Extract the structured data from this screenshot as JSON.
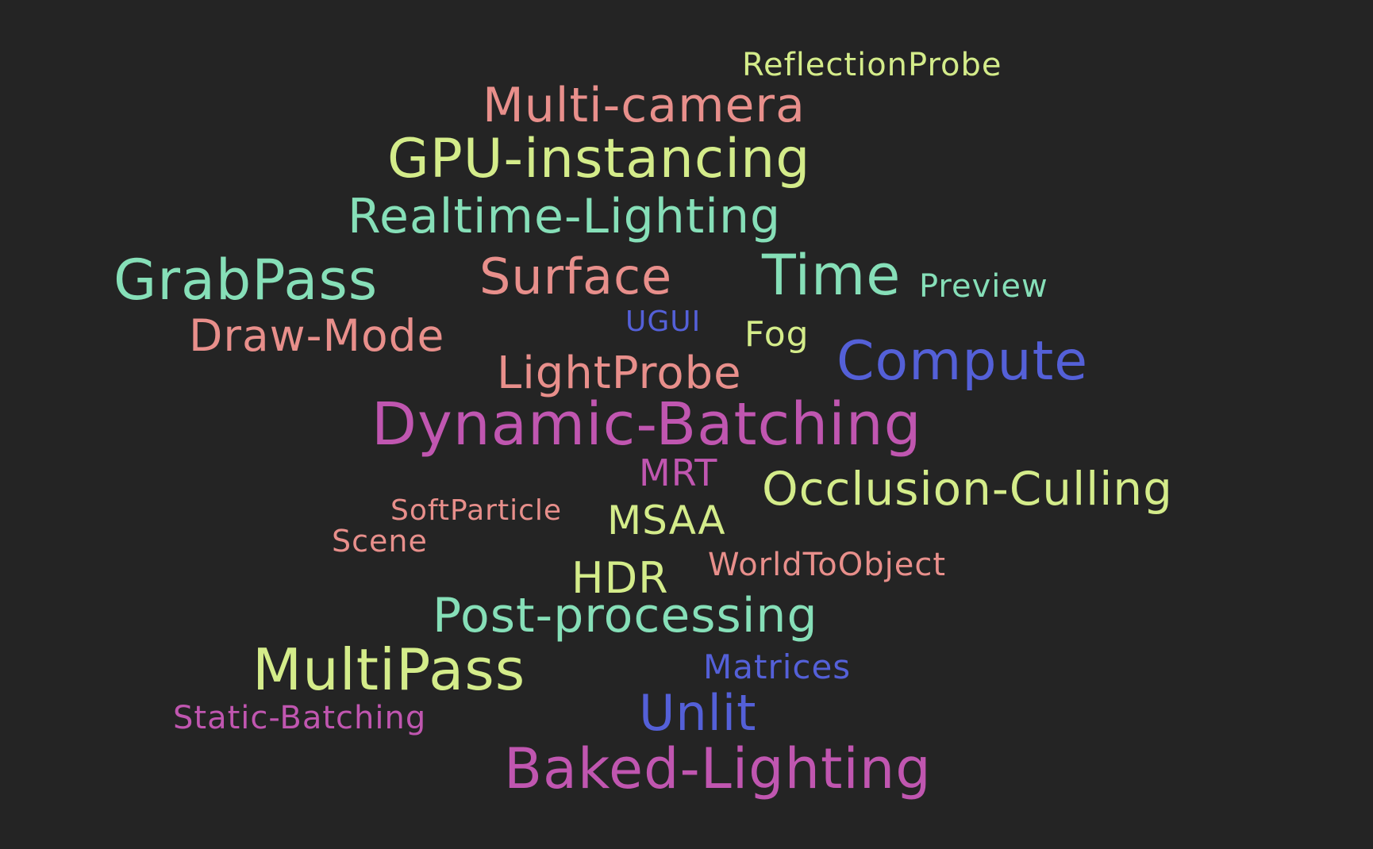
{
  "words": {
    "reflectionprobe": {
      "text": "ReflectionProbe",
      "color": "#d4ec8a"
    },
    "multicamera": {
      "text": "Multi-camera",
      "color": "#e88f8b"
    },
    "gpuinstancing": {
      "text": "GPU-instancing",
      "color": "#d4ec8a"
    },
    "realtimelighting": {
      "text": "Realtime-Lighting",
      "color": "#86dfb8"
    },
    "grabpass": {
      "text": "GrabPass",
      "color": "#86dfb8"
    },
    "surface": {
      "text": "Surface",
      "color": "#e88f8b"
    },
    "time": {
      "text": "Time",
      "color": "#86dfb8"
    },
    "preview": {
      "text": "Preview",
      "color": "#86dfb8"
    },
    "drawmode": {
      "text": "Draw-Mode",
      "color": "#e88f8b"
    },
    "ugui": {
      "text": "UGUI",
      "color": "#5460d8"
    },
    "fog": {
      "text": "Fog",
      "color": "#d4ec8a"
    },
    "compute": {
      "text": "Compute",
      "color": "#5460d8"
    },
    "lightprobe": {
      "text": "LightProbe",
      "color": "#e88f8b"
    },
    "dynamicbatching": {
      "text": "Dynamic-Batching",
      "color": "#c056b0"
    },
    "mrt": {
      "text": "MRT",
      "color": "#c056b0"
    },
    "occlusionculling": {
      "text": "Occlusion-Culling",
      "color": "#d4ec8a"
    },
    "softparticle": {
      "text": "SoftParticle",
      "color": "#e88f8b"
    },
    "msaa": {
      "text": "MSAA",
      "color": "#d4ec8a"
    },
    "scene": {
      "text": "Scene",
      "color": "#e88f8b"
    },
    "worldtoobject": {
      "text": "WorldToObject",
      "color": "#e88f8b"
    },
    "hdr": {
      "text": "HDR",
      "color": "#d4ec8a"
    },
    "postprocessing": {
      "text": "Post-processing",
      "color": "#86dfb8"
    },
    "multipass": {
      "text": "MultiPass",
      "color": "#d4ec8a"
    },
    "matrices": {
      "text": "Matrices",
      "color": "#5460d8"
    },
    "unlit": {
      "text": "Unlit",
      "color": "#5460d8"
    },
    "staticbatching": {
      "text": "Static-Batching",
      "color": "#c056b0"
    },
    "bakedlighting": {
      "text": "Baked-Lighting",
      "color": "#c056b0"
    }
  },
  "background_color": "#242424"
}
